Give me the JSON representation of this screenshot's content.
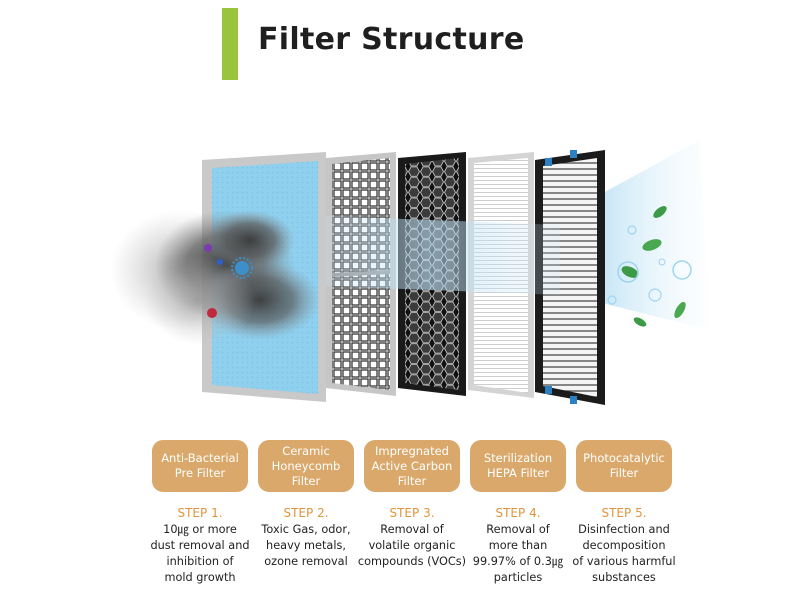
{
  "title": "Filter Structure",
  "colors": {
    "accent": "#9ac43c",
    "pill": "#d9a86a",
    "step": "#e0953d",
    "prefilter": "#8fd0ee",
    "carbon": "#1c1c1c"
  },
  "filters": [
    {
      "name": "Anti-Bacterial\nPre Filter",
      "step": "STEP 1.",
      "description": "10㎍ or more\ndust removal and\ninhibition of\nmold growth"
    },
    {
      "name": "Ceramic\nHoneycomb\nFilter",
      "step": "STEP 2.",
      "description": "Toxic Gas, odor,\nheavy metals,\nozone removal"
    },
    {
      "name": "Impregnated\nActive Carbon\nFilter",
      "step": "STEP 3.",
      "description": "Removal of\nvolatile organic\ncompounds (VOCs)"
    },
    {
      "name": "Sterilization\nHEPA Filter",
      "step": "STEP 4.",
      "description": "Removal of\nmore than\n99.97% of 0.3㎍\nparticles"
    },
    {
      "name": "Photocatalytic\nFilter",
      "step": "STEP 5.",
      "description": "Disinfection and\ndecomposition\nof various harmful\nsubstances"
    }
  ]
}
